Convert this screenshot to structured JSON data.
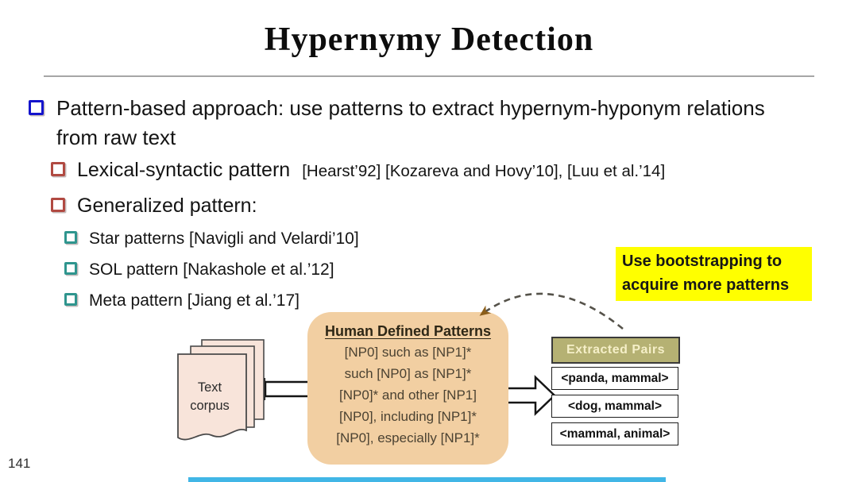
{
  "slide": {
    "title": "Hypernymy Detection",
    "page_number": "141"
  },
  "bullets": {
    "level1": {
      "text": "Pattern-based approach: use patterns to extract hypernym-hyponym relations from raw text"
    },
    "level2": [
      {
        "text": "Lexical-syntactic pattern",
        "citations": "[Hearst’92] [Kozareva and Hovy’10], [Luu et al.’14]"
      },
      {
        "text": "Generalized pattern:",
        "citations": ""
      }
    ],
    "level3": [
      {
        "text": "Star patterns [Navigli and Velardi’10]"
      },
      {
        "text": "SOL pattern [Nakashole et al.’12]"
      },
      {
        "text": "Meta pattern [Jiang et al.’17]"
      }
    ]
  },
  "callout": {
    "text": "Use bootstrapping to acquire more patterns",
    "bg_color": "#FFFF00"
  },
  "diagram": {
    "corpus_label": "Text corpus",
    "patterns_box": {
      "title": "Human Defined Patterns",
      "patterns": [
        "[NP0] such as [NP1]*",
        "such [NP0] as [NP1]*",
        "[NP0]* and other [NP1]",
        "[NP0], including [NP1]*",
        "[NP0], especially [NP1]*"
      ],
      "bg_color": "#F2CFA2"
    },
    "pairs_table": {
      "header": "Extracted Pairs",
      "rows": [
        "<panda, mammal>",
        "<dog, mammal>",
        "<mammal, animal>"
      ],
      "header_bg": "#B5B173",
      "header_text_color": "#F5EFC8"
    }
  },
  "colors": {
    "bullet_level1": "#1414CC",
    "bullet_level2": "#B14A42",
    "bullet_level3": "#2F958E",
    "progress_bar": "#41B6E6"
  }
}
